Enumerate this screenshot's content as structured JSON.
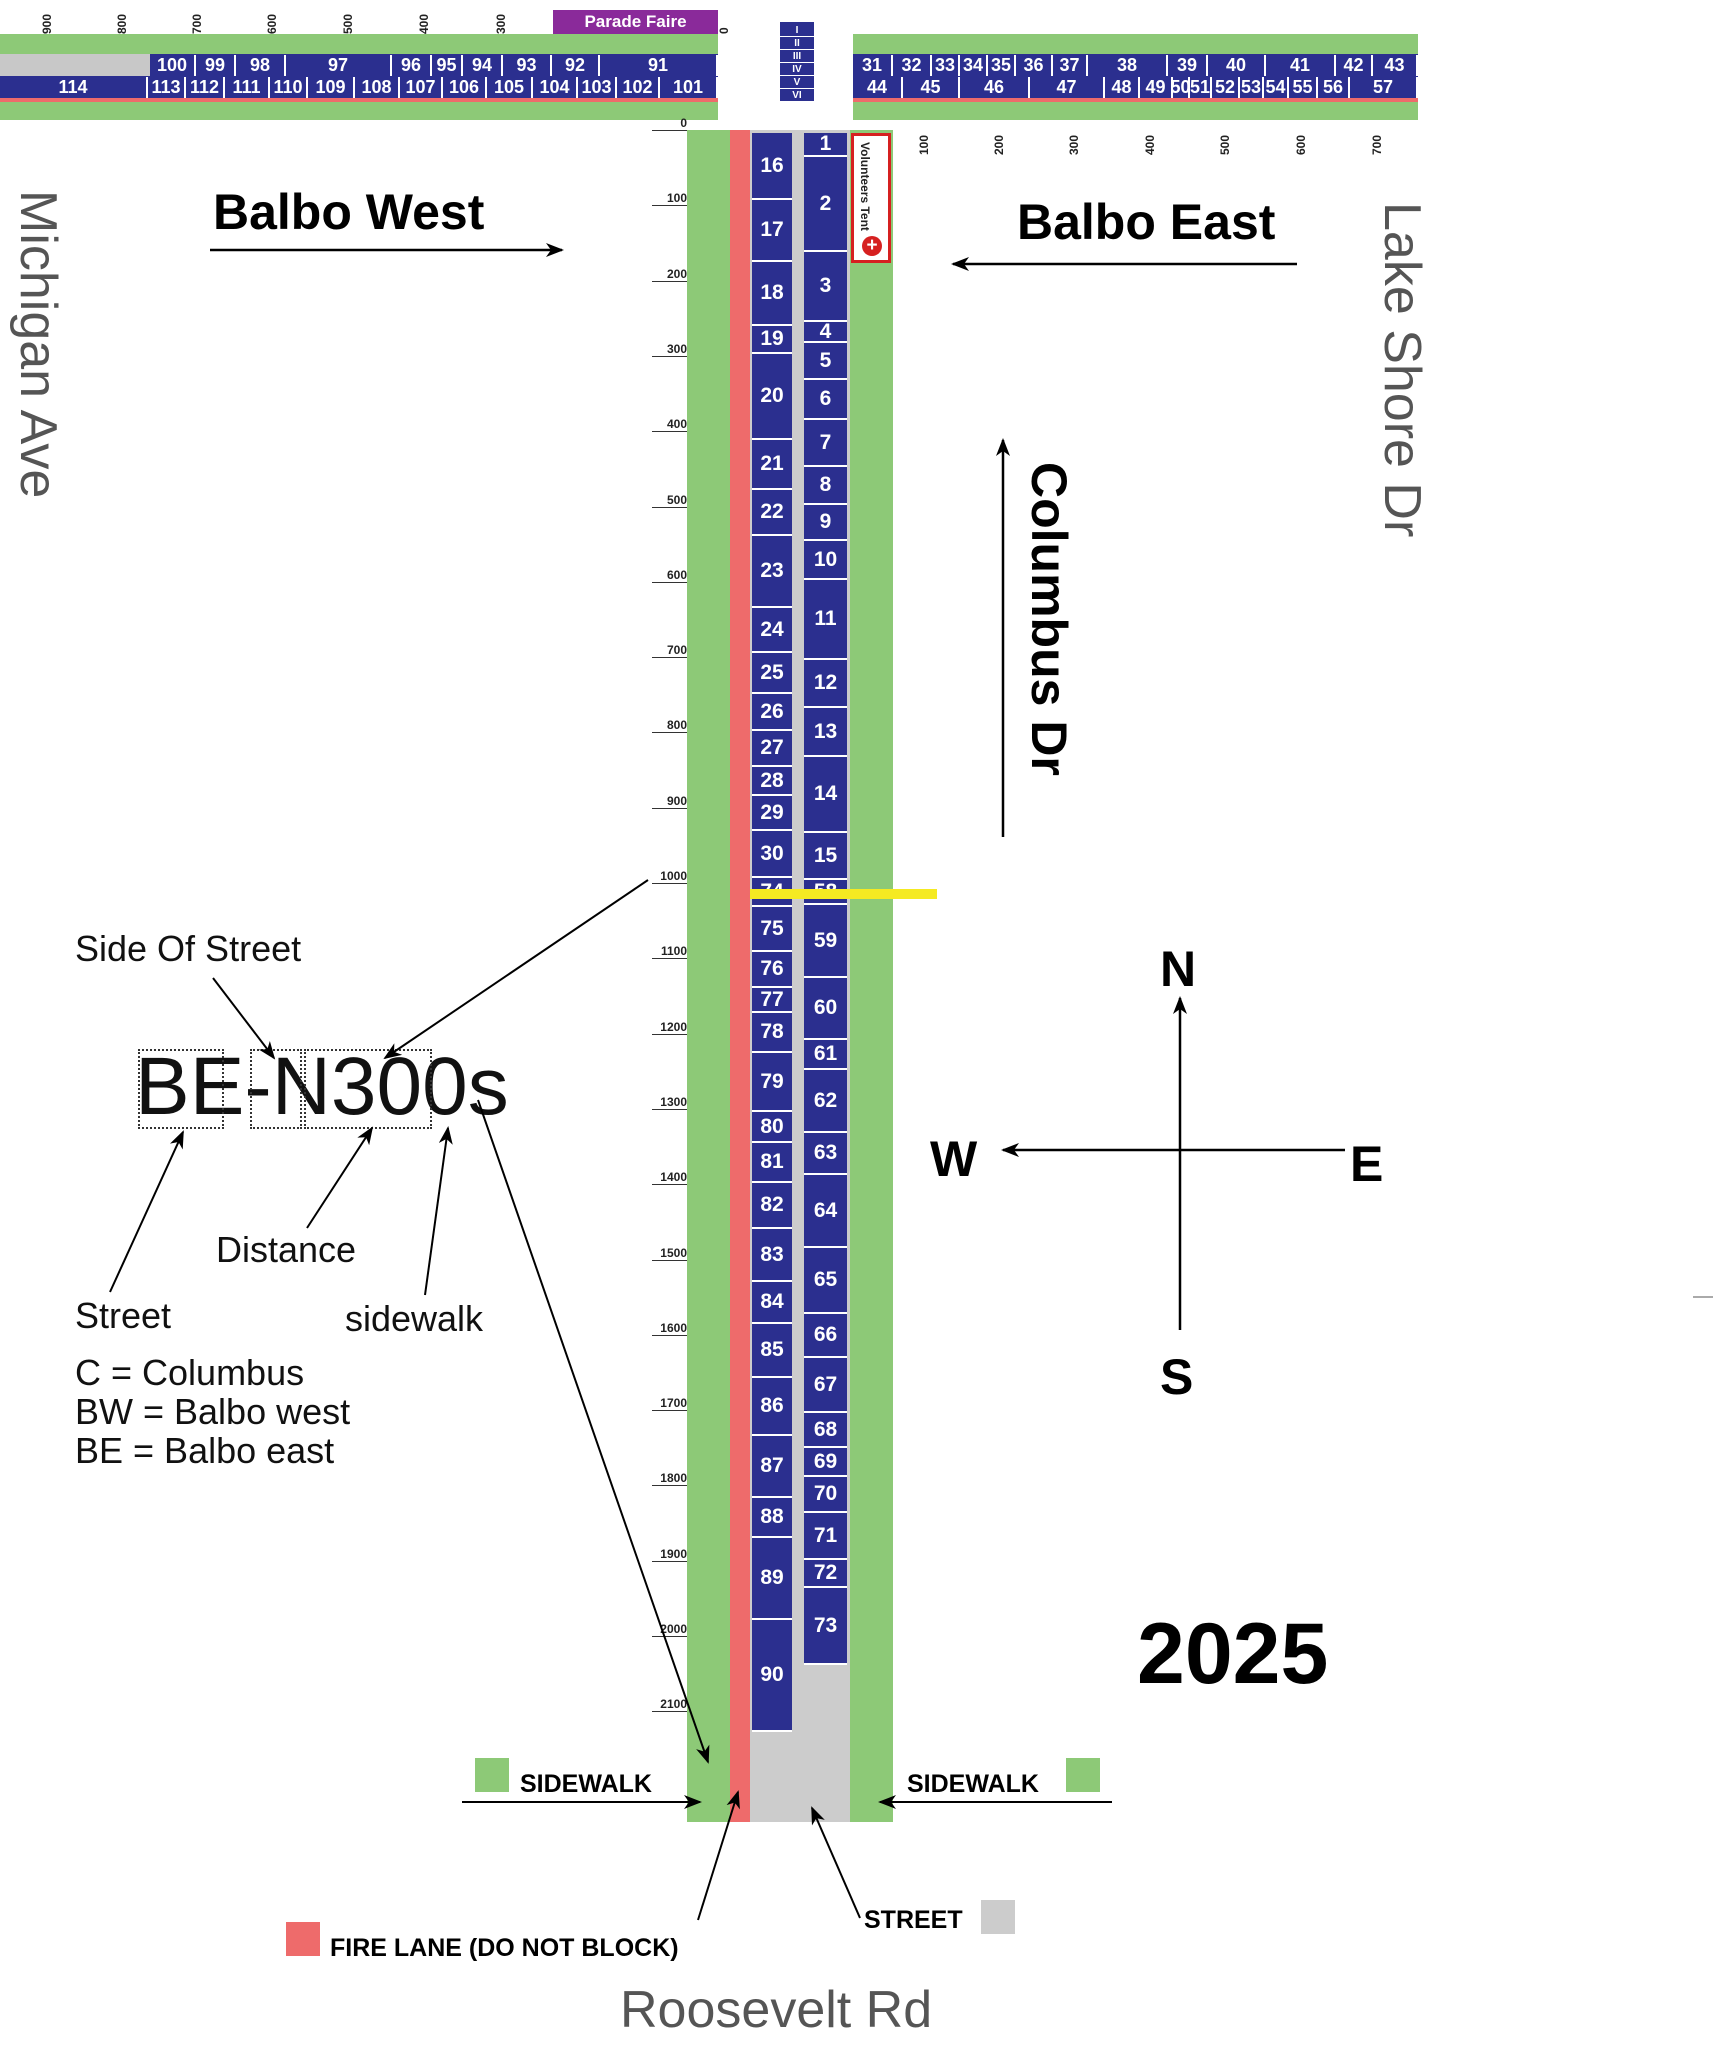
{
  "map": {
    "year": "2025",
    "streets": {
      "balbo_west": "Balbo West",
      "balbo_east": "Balbo East",
      "columbus": "Columbus Dr",
      "michigan": "Michigan Ave",
      "lake_shore": "Lake Shore Dr",
      "roosevelt": "Roosevelt Rd"
    },
    "parade_faire": "Parade Faire",
    "volunteers_tent": "Volunteers Tent",
    "compass": {
      "n": "N",
      "s": "S",
      "e": "E",
      "w": "W"
    },
    "legend": {
      "sidewalk": "SIDEWALK",
      "street": "STREET",
      "fire_lane": "FIRE LANE (DO NOT BLOCK)"
    },
    "code_example": {
      "code": "BE-N300s",
      "side_of_street": "Side Of Street",
      "distance": "Distance",
      "street": "Street",
      "sidewalk": "sidewalk",
      "key_c": "C = Columbus",
      "key_bw": "BW = Balbo west",
      "key_be": "BE = Balbo east"
    },
    "colors": {
      "stall": "#2b2f8f",
      "sidewalk": "#8dc977",
      "fire_lane": "#ee6b6b",
      "street": "#cccccc",
      "marker": "#f5ea22",
      "parade_faire": "#8a2a9a",
      "volunteers": "#d62020"
    },
    "columbus_ticks": [
      "0",
      "100",
      "200",
      "300",
      "400",
      "500",
      "600",
      "700",
      "800",
      "900",
      "1000",
      "1100",
      "1200",
      "1300",
      "1400",
      "1500",
      "1600",
      "1700",
      "1800",
      "1900",
      "2000",
      "2100"
    ],
    "balbo_west_ticks": [
      "900",
      "800",
      "700",
      "600",
      "500",
      "400",
      "300",
      "0"
    ],
    "balbo_east_ticks": [
      "0",
      "100",
      "200",
      "300",
      "400",
      "500",
      "600",
      "700"
    ],
    "columbus_west_stalls": [
      "16",
      "17",
      "18",
      "19",
      "20",
      "21",
      "22",
      "23",
      "24",
      "25",
      "26",
      "27",
      "28",
      "29",
      "30",
      "74",
      "75",
      "76",
      "77",
      "78",
      "79",
      "80",
      "81",
      "82",
      "83",
      "84",
      "85",
      "86",
      "87",
      "88",
      "89",
      "90"
    ],
    "columbus_east_stalls": [
      "1",
      "2",
      "3",
      "4",
      "5",
      "6",
      "7",
      "8",
      "9",
      "10",
      "11",
      "12",
      "13",
      "14",
      "15",
      "58",
      "59",
      "60",
      "61",
      "62",
      "63",
      "64",
      "65",
      "66",
      "67",
      "68",
      "69",
      "70",
      "71",
      "72",
      "73"
    ],
    "balbo_west_top_stalls": [
      "100",
      "99",
      "98",
      "97",
      "96",
      "95",
      "94",
      "93",
      "92",
      "91"
    ],
    "balbo_west_bottom_stalls": [
      "114",
      "113",
      "112",
      "111",
      "110",
      "109",
      "108",
      "107",
      "106",
      "105",
      "104",
      "103",
      "102",
      "101"
    ],
    "balbo_east_top_stalls": [
      "31",
      "32",
      "33",
      "34",
      "35",
      "36",
      "37",
      "38",
      "39",
      "40",
      "41",
      "42",
      "43"
    ],
    "balbo_east_bottom_stalls": [
      "44",
      "45",
      "46",
      "47",
      "48",
      "49",
      "50",
      "51",
      "52",
      "53",
      "54",
      "55",
      "56",
      "57"
    ],
    "small_stalls": [
      "I",
      "II",
      "III",
      "IV",
      "V",
      "VI"
    ]
  }
}
